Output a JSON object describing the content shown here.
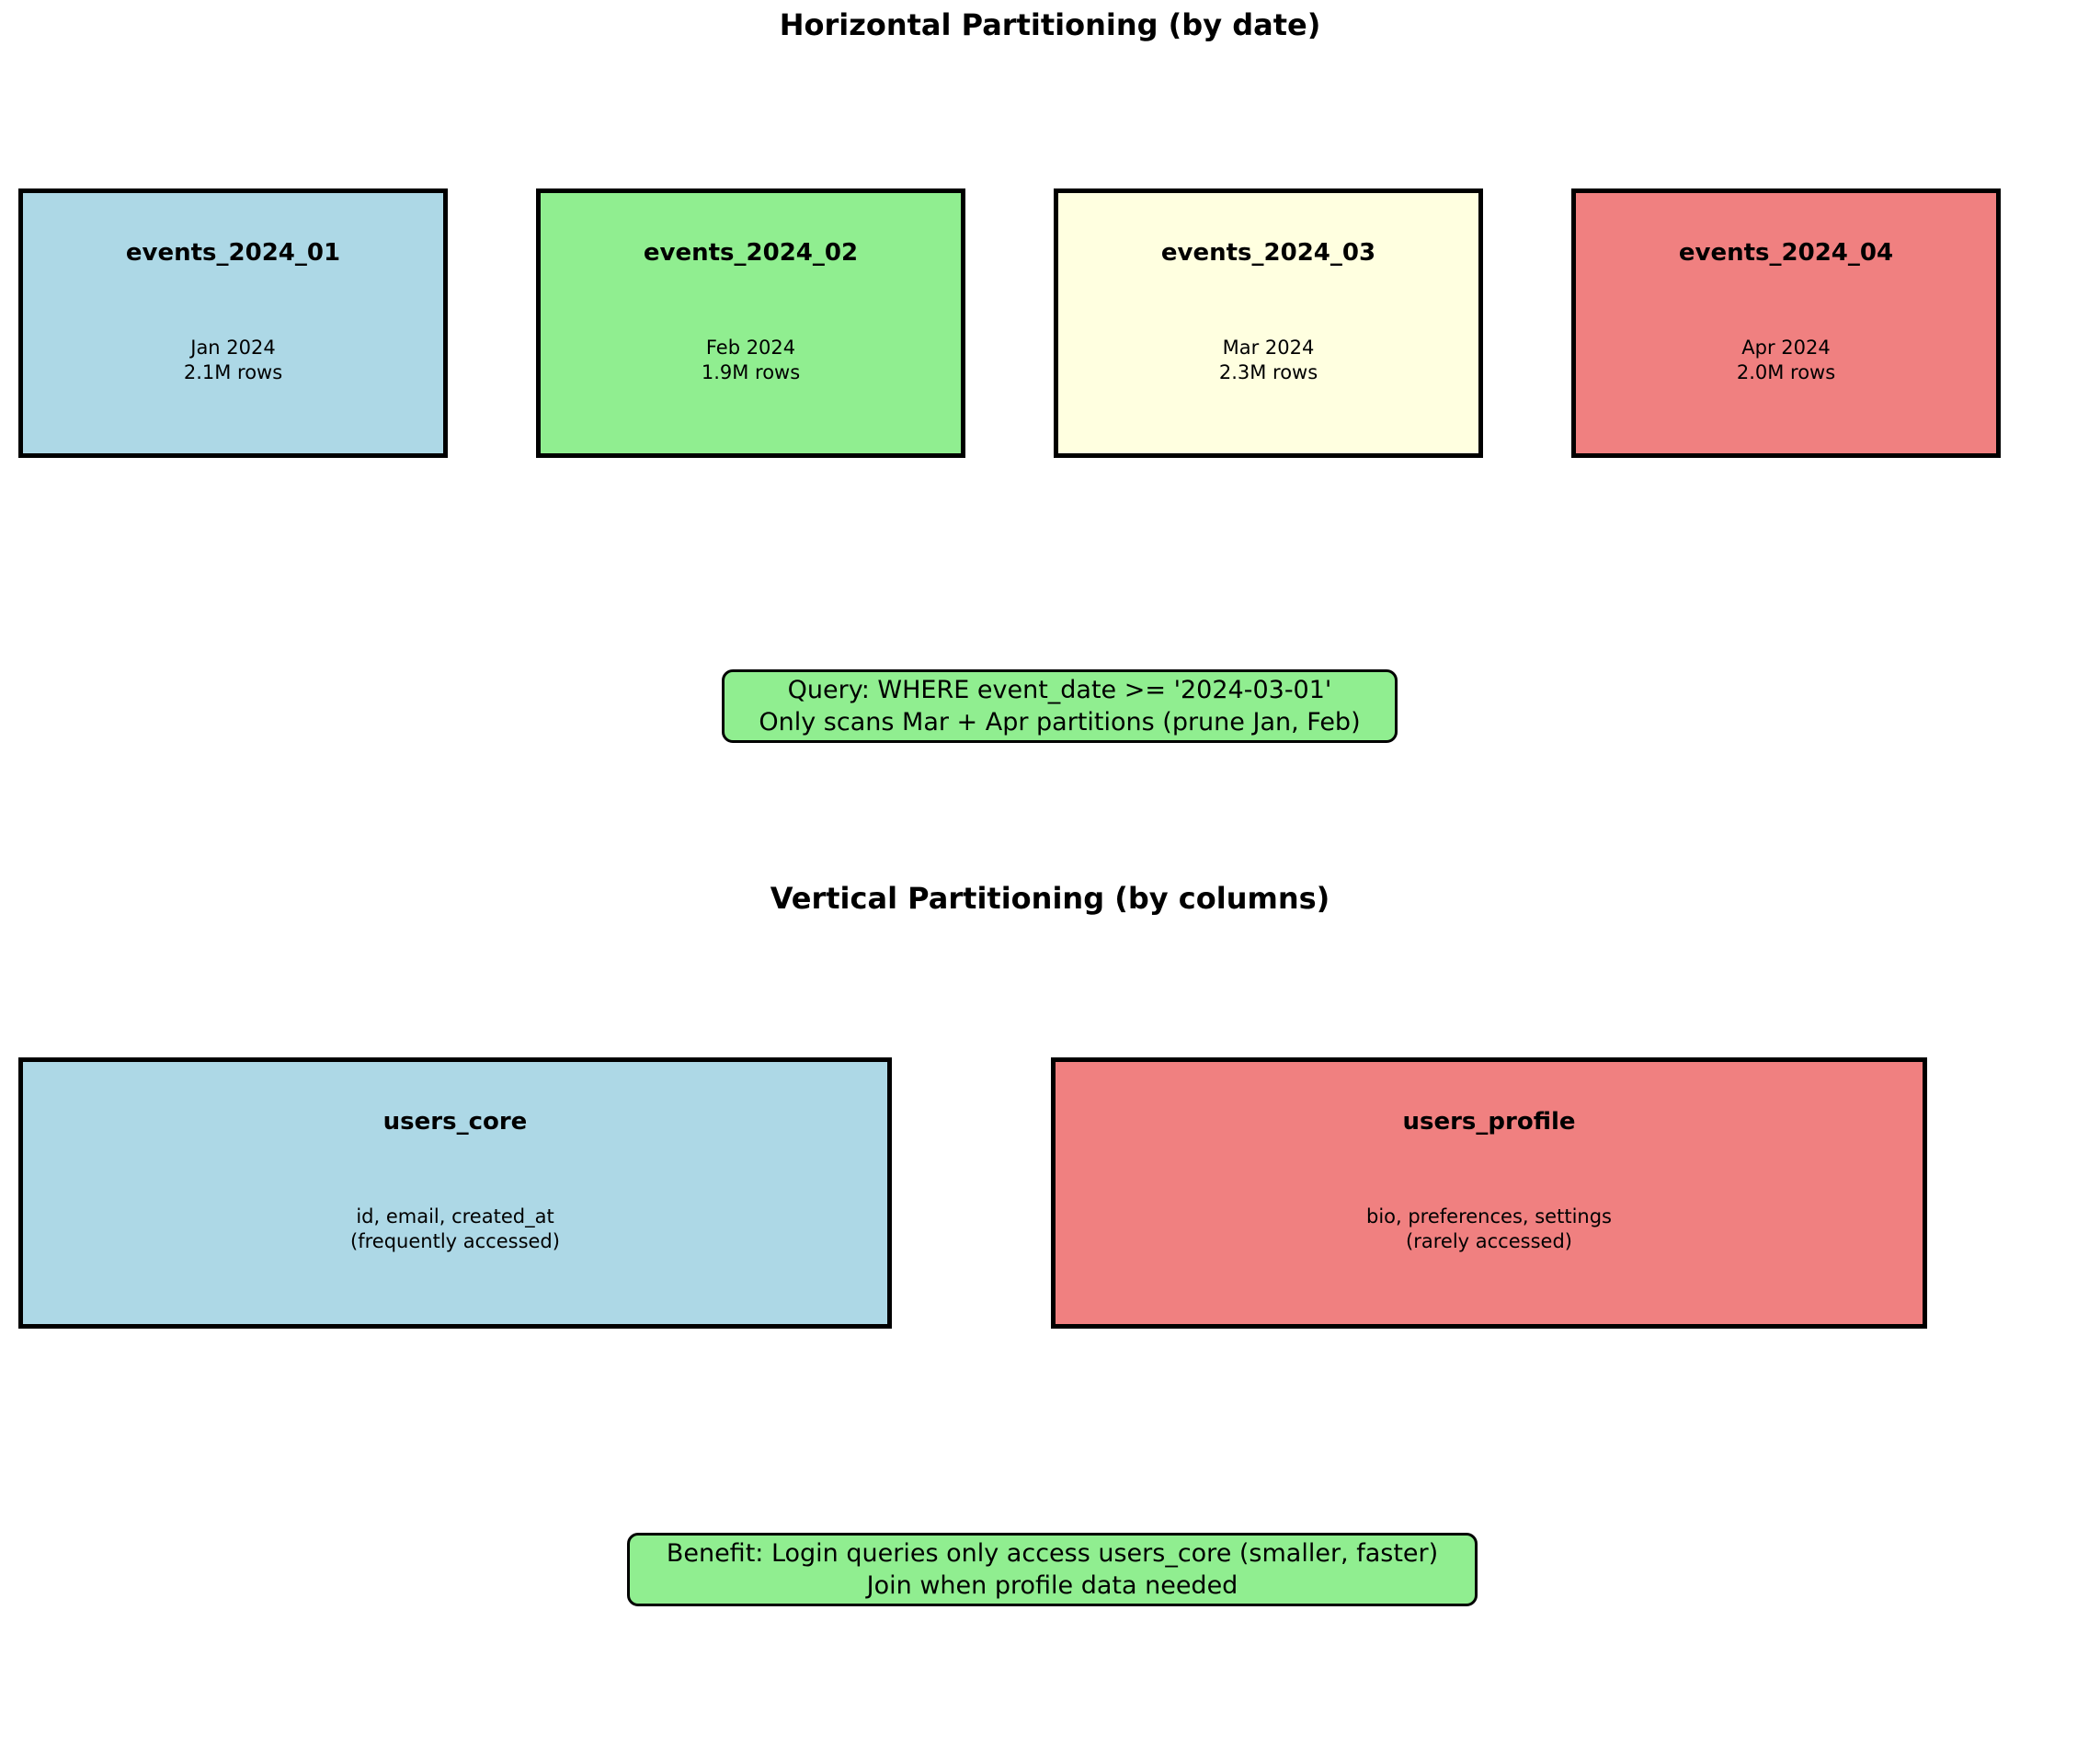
{
  "colors": {
    "light_blue": "#ADD8E6",
    "light_green": "#90EE90",
    "light_yellow": "#FFFFE0",
    "light_coral": "#F08080",
    "note_green": "#90EE90",
    "border_black": "#000000",
    "background": "#FFFFFF"
  },
  "horizontal": {
    "title": "Horizontal Partitioning (by date)",
    "partitions": [
      {
        "name": "events_2024_01",
        "period": "Jan 2024",
        "rows": "2.1M rows",
        "color": "#ADD8E6"
      },
      {
        "name": "events_2024_02",
        "period": "Feb 2024",
        "rows": "1.9M rows",
        "color": "#90EE90"
      },
      {
        "name": "events_2024_03",
        "period": "Mar 2024",
        "rows": "2.3M rows",
        "color": "#FFFFE0"
      },
      {
        "name": "events_2024_04",
        "period": "Apr 2024",
        "rows": "2.0M rows",
        "color": "#F08080"
      }
    ],
    "query_note": {
      "line1": "Query: WHERE event_date >= '2024-03-01'",
      "line2": "Only scans Mar + Apr partitions (prune Jan, Feb)",
      "color": "#90EE90"
    }
  },
  "vertical": {
    "title": "Vertical Partitioning (by columns)",
    "tables": [
      {
        "name": "users_core",
        "columns": "id, email, created_at",
        "note": "(frequently accessed)",
        "color": "#ADD8E6"
      },
      {
        "name": "users_profile",
        "columns": "bio, preferences, settings",
        "note": "(rarely accessed)",
        "color": "#F08080"
      }
    ],
    "benefit_note": {
      "line1": "Benefit: Login queries only access users_core (smaller, faster)",
      "line2": "Join when profile data needed",
      "color": "#90EE90"
    }
  }
}
